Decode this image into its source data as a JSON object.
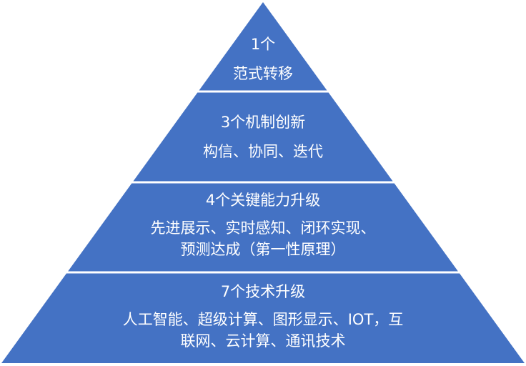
{
  "colors": {
    "fill": "#4472c4",
    "separator": "#ffffff",
    "text": "#ffffff"
  },
  "tiers": [
    {
      "title": "1个",
      "lines": [
        "范式转移"
      ]
    },
    {
      "title": "3个机制创新",
      "lines": [
        "构信、协同、迭代"
      ]
    },
    {
      "title": "4个关键能力升级",
      "lines": [
        "先进展示、实时感知、闭环实现、",
        "预测达成（第一性原理）"
      ]
    },
    {
      "title": "7个技术升级",
      "lines": [
        "人工智能、超级计算、图形显示、IOT，互",
        "联网、云计算、通讯技术"
      ]
    }
  ]
}
